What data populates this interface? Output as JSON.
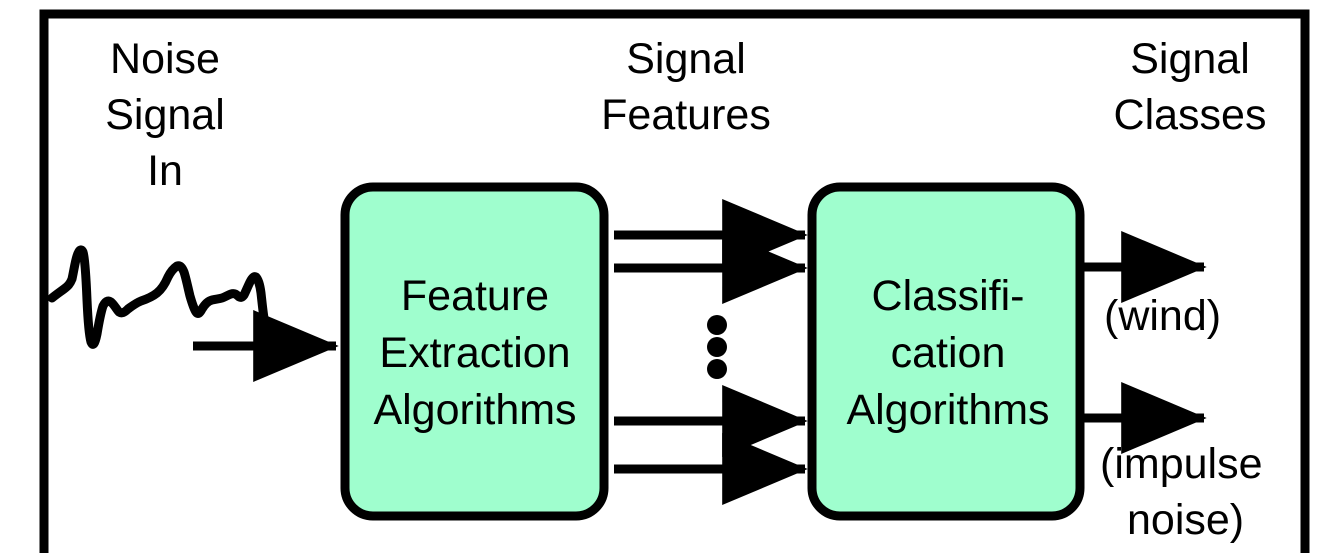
{
  "diagram": {
    "title_implicit": "Noise signal classification block diagram",
    "frame": {
      "color": "#000000",
      "stroke": 9
    },
    "colors": {
      "block_fill": "#9FFECE",
      "stroke": "#000000",
      "background": "#FFFFFF"
    },
    "headers": [
      {
        "id": "input-header",
        "lines": [
          "Noise",
          "Signal",
          "In"
        ]
      },
      {
        "id": "features-header",
        "lines": [
          "Signal",
          "Features"
        ]
      },
      {
        "id": "classes-header",
        "lines": [
          "Signal",
          "Classes"
        ]
      }
    ],
    "blocks": [
      {
        "id": "feature-extraction",
        "lines": [
          "Feature",
          "Extraction",
          "Algorithms"
        ]
      },
      {
        "id": "classification",
        "lines": [
          "Classifi-",
          "cation",
          "Algorithms"
        ]
      }
    ],
    "waveform": {
      "name": "noise-signal-waveform",
      "description": "hand-drawn noisy time-series trace"
    },
    "ellipsis": {
      "name": "vertical-ellipsis",
      "dot_count": 3
    },
    "arrows": {
      "input": {
        "count": 1,
        "label": ""
      },
      "features": {
        "count": 4,
        "label": ""
      },
      "outputs": [
        {
          "id": "output-wind",
          "label": "(wind)"
        },
        {
          "id": "output-impulse",
          "label_lines": [
            "(impulse",
            "noise)"
          ]
        }
      ]
    }
  }
}
